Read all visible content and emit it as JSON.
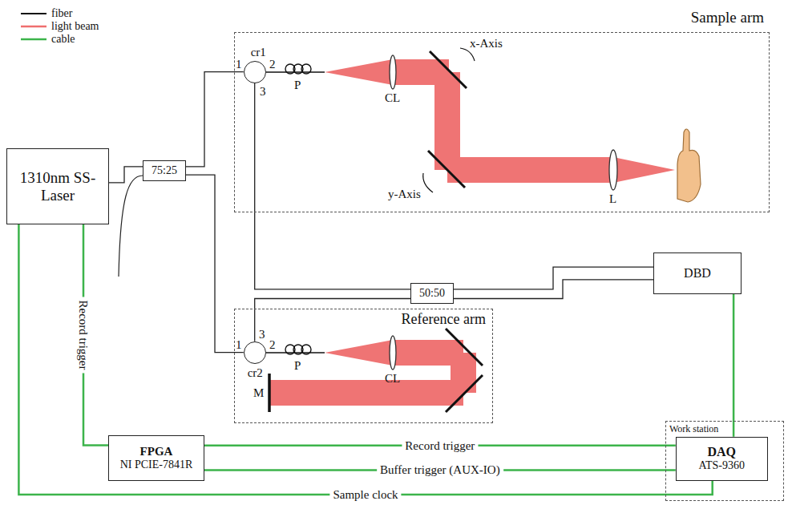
{
  "diagram": {
    "nodes": [
      {
        "text": [
          "Sample arm"
        ]
      },
      {
        "text": [
          "cr1"
        ],
        "in": 0
      },
      {
        "text": [
          "1310nm SS-Laser"
        ]
      },
      {
        "text": [
          "75:25"
        ]
      },
      {
        "text": [
          "50:50"
        ]
      },
      {
        "text": [
          "DBD"
        ]
      },
      {
        "text": [
          "Reference arm"
        ]
      },
      {
        "text": [
          "cr2"
        ],
        "in": 6
      },
      {
        "text": [
          "FPGA",
          "NI PCIE-7841R"
        ]
      },
      {
        "text": [
          "Work station"
        ]
      },
      {
        "text": [
          "DAQ",
          "ATS-9360"
        ],
        "in": 9
      }
    ],
    "edges": [
      {
        "from": 2,
        "to": 3,
        "arrow": "none"
      },
      {
        "from": 3,
        "to": 1,
        "arrow": "none"
      },
      {
        "from": 3,
        "to": 7,
        "arrow": "none"
      },
      {
        "from": 1,
        "to": 4,
        "arrow": "none"
      },
      {
        "from": 7,
        "to": 4,
        "arrow": "none"
      },
      {
        "from": 4,
        "to": 5,
        "arrow": "none"
      },
      {
        "from": 4,
        "to": 5,
        "arrow": "none"
      },
      {
        "from": 5,
        "to": 10,
        "arrow": "none"
      },
      {
        "from": 2,
        "to": 8,
        "label": "Record trigger",
        "arrow": "none"
      },
      {
        "from": 8,
        "to": 10,
        "label": "Record trigger",
        "arrow": "none"
      },
      {
        "from": 8,
        "to": 10,
        "label": "Buffer trigger (AUX-IO)",
        "arrow": "none"
      },
      {
        "from": 2,
        "to": 10,
        "label": "Sample clock",
        "arrow": "none"
      }
    ],
    "labels": [
      "1",
      "2",
      "3",
      "P",
      "CL",
      "x-Axis",
      "y-Axis",
      "L",
      "1",
      "2",
      "3",
      "P",
      "CL",
      "M"
    ],
    "legend": [
      {
        "text": "fiber"
      },
      {
        "text": "light beam"
      },
      {
        "text": "cable"
      }
    ]
  }
}
